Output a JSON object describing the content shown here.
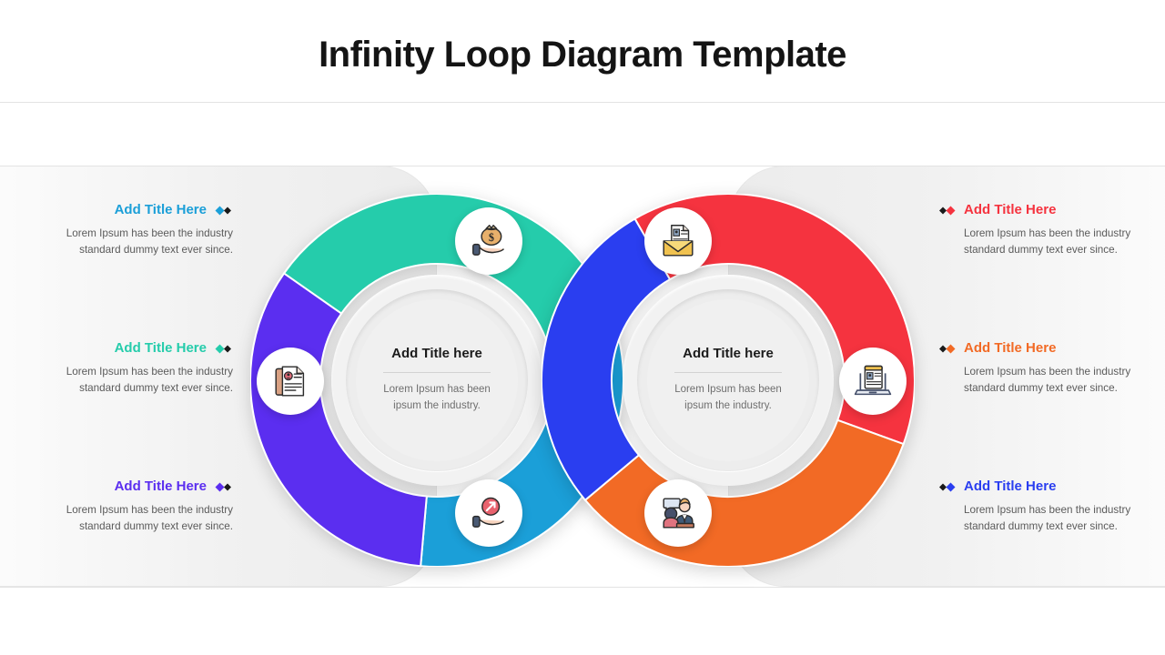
{
  "header": {
    "title": "Infinity Loop Diagram Template"
  },
  "center_cards": [
    {
      "title": "Add Title here",
      "description": "Lorem Ipsum has been ipsum the industry."
    },
    {
      "title": "Add Title here",
      "description": "Lorem Ipsum has been ipsum the industry."
    }
  ],
  "left_items": [
    {
      "title": "Add Title Here",
      "body": "Lorem Ipsum has been the industry standard dummy text ever since.",
      "color": "#1b9fd8",
      "icon": "money-bag-in-hand-icon"
    },
    {
      "title": "Add Title Here",
      "body": "Lorem Ipsum has been the industry standard dummy text ever since.",
      "color": "#25ccab",
      "icon": "resume-documents-icon"
    },
    {
      "title": "Add Title Here",
      "body": "Lorem Ipsum has been the industry standard dummy text ever since.",
      "color": "#5b2ef0",
      "icon": "growth-arrow-in-hand-icon"
    }
  ],
  "right_items": [
    {
      "title": "Add Title Here",
      "body": "Lorem Ipsum has been the industry standard dummy text ever since.",
      "color": "#f5333f",
      "icon": "envelope-resume-icon"
    },
    {
      "title": "Add Title Here",
      "body": "Lorem Ipsum has been the industry standard dummy text ever since.",
      "color": "#f26a25",
      "icon": "laptop-online-resume-icon"
    },
    {
      "title": "Add Title Here",
      "body": "Lorem Ipsum has been the industry standard dummy text ever since.",
      "color": "#2a3ef0",
      "icon": "interview-people-icon"
    }
  ],
  "chart_data": {
    "type": "pie",
    "title": "Infinity Loop Diagram Template",
    "legend": "sides",
    "charts": [
      {
        "name": "left-donut",
        "center": [
          480,
          418
        ],
        "outer_radius": 205,
        "inner_radius": 128,
        "segments": [
          {
            "label": "Add Title Here",
            "color": "#1b9fd8",
            "start_deg": 340,
            "end_deg": 95,
            "icon": "money-bag-in-hand-icon"
          },
          {
            "label": "Add Title Here",
            "color": "#5b2ef0",
            "start_deg": 95,
            "end_deg": 215,
            "icon": "growth-arrow-in-hand-icon"
          },
          {
            "label": "Add Title Here",
            "color": "#25ccab",
            "start_deg": 215,
            "end_deg": 340,
            "icon": "resume-documents-icon"
          }
        ]
      },
      {
        "name": "right-donut",
        "center": [
          800,
          418
        ],
        "outer_radius": 205,
        "inner_radius": 128,
        "segments": [
          {
            "label": "Add Title Here",
            "color": "#f5333f",
            "start_deg": 240,
            "end_deg": 20,
            "icon": "envelope-resume-icon"
          },
          {
            "label": "Add Title Here",
            "color": "#f26a25",
            "start_deg": 20,
            "end_deg": 140,
            "icon": "laptop-online-resume-icon"
          },
          {
            "label": "Add Title Here",
            "color": "#2a3ef0",
            "start_deg": 140,
            "end_deg": 240,
            "icon": "interview-people-icon"
          }
        ]
      }
    ]
  },
  "colors": {
    "teal": "#25ccab",
    "blue_light": "#1b9fd8",
    "purple": "#5b2ef0",
    "red": "#f5333f",
    "orange": "#f26a25",
    "blue_dark": "#2a3ef0",
    "diamond_dark": "#1a1a1a",
    "panel_bg": "#f1f1f1"
  }
}
